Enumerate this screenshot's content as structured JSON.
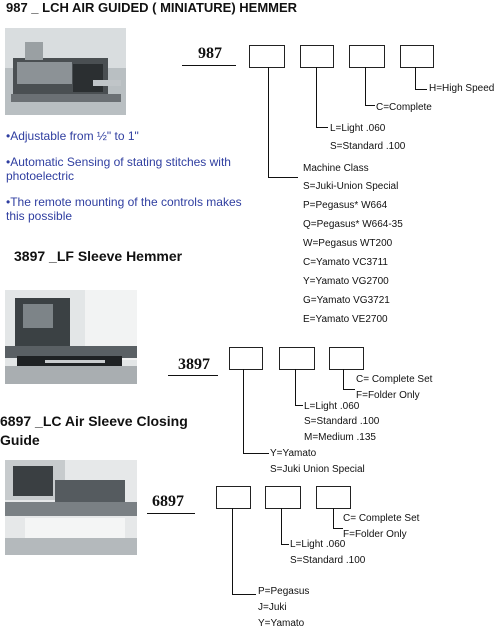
{
  "title": "987 _ LCH AIR GUIDED ( MINIATURE) HEMMER",
  "product1": {
    "code": "987",
    "features": [
      "•Adjustable from ½\" to 1\"",
      "•Automatic Sensing of stating stitches with photoelectric",
      "•The remote mounting of the controls makes this possible"
    ],
    "options": {
      "speed": [
        "H=High Speed"
      ],
      "complete": [
        "C=Complete"
      ],
      "thread": [
        "L=Light .060",
        "S=Standard .100"
      ],
      "machine_class": [
        "Machine Class",
        "S=Juki-Union Special",
        "P=Pegasus* W664",
        "Q=Pegasus* W664-35",
        "W=Pegasus WT200",
        "C=Yamato VC3711",
        "Y=Yamato VG2700",
        "G=Yamato VG3721",
        "E=Yamato VE2700"
      ]
    }
  },
  "product2": {
    "heading": "3897 _LF Sleeve Hemmer",
    "code": "3897",
    "options": {
      "set": [
        "C= Complete Set",
        "F=Folder Only"
      ],
      "thread": [
        "L=Light .060",
        "S=Standard .100",
        "M=Medium .135"
      ],
      "machine": [
        "Y=Yamato",
        "S=Juki Union Special"
      ]
    }
  },
  "product3": {
    "heading": "6897 _LC Air Sleeve Closing Guide",
    "code": "6897",
    "options": {
      "set": [
        "C= Complete Set",
        "F=Folder Only"
      ],
      "thread": [
        "L=Light .060",
        "S=Standard .100"
      ],
      "machine": [
        "P=Pegasus",
        "J=Juki",
        "Y=Yamato"
      ]
    }
  }
}
